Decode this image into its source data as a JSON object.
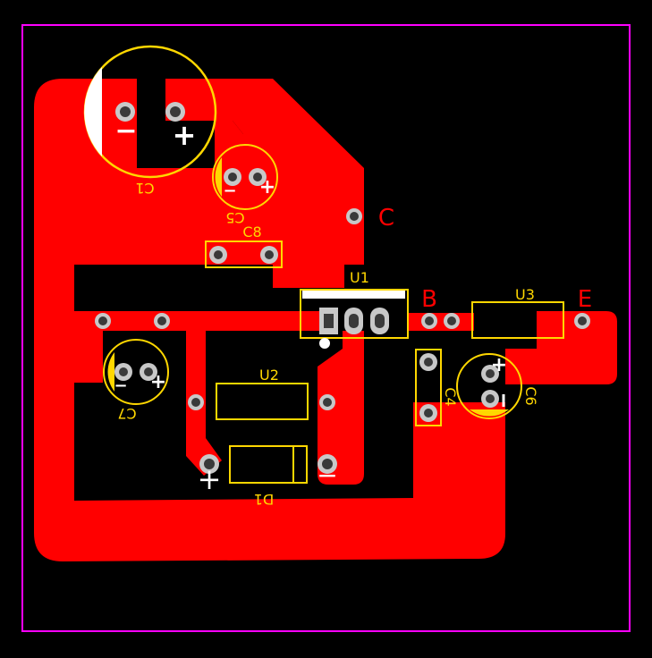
{
  "colors": {
    "background": "#000000",
    "board_outline": "#ff00ff",
    "copper": "#ff0000",
    "silkscreen": "#ffd700",
    "pad_ring": "#c8c8c8",
    "pad_hole": "#3a3a3a",
    "marking": "#ffffff"
  },
  "net_labels": {
    "c": "C",
    "b": "B",
    "e": "E"
  },
  "designators": {
    "c1": "C1",
    "c5": "C5",
    "c8": "C8",
    "u1": "U1",
    "u3": "U3",
    "c7": "C7",
    "u2": "U2",
    "c4": "C4",
    "c6": "C6",
    "d1": "D1"
  },
  "polarity": {
    "plus": "+",
    "minus": "−"
  }
}
